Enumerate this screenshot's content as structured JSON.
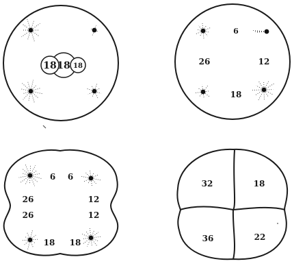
{
  "panels": {
    "top_left": {
      "chromosome_labels": [
        "18",
        "18",
        "18"
      ]
    },
    "top_right": {
      "labels": {
        "top": "6",
        "left": "26",
        "right": "12",
        "bottom": "18"
      }
    },
    "bottom_left": {
      "labels": {
        "top_a": "6",
        "top_b": "6",
        "left_a": "26",
        "left_b": "26",
        "right_a": "12",
        "right_b": "12",
        "bottom_a": "18",
        "bottom_b": "18"
      }
    },
    "bottom_right": {
      "labels": {
        "top_left": "32",
        "top_right": "18",
        "bottom_left": "36",
        "bottom_right": "22"
      }
    }
  }
}
